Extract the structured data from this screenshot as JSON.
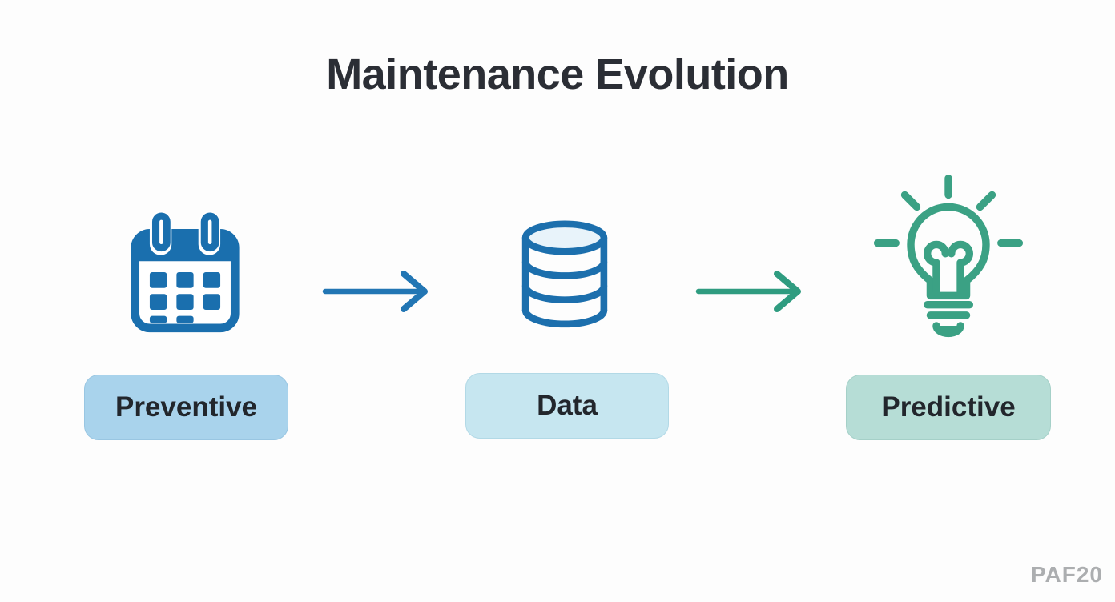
{
  "title": "Maintenance Evolution",
  "stages": [
    {
      "label": "Preventive",
      "icon": "calendar-icon",
      "icon_color": "#1a6fae",
      "label_bg": "#a9d3ec"
    },
    {
      "label": "Data",
      "icon": "database-icon",
      "icon_color": "#1c6fad",
      "icon_fill": "#e8f3fa",
      "label_bg": "#c6e6f0"
    },
    {
      "label": "Predictive",
      "icon": "lightbulb-icon",
      "icon_color": "#3ba184",
      "label_bg": "#b6ddd6"
    }
  ],
  "arrows": [
    {
      "from": "Preventive",
      "to": "Data",
      "color": "#2276b4"
    },
    {
      "from": "Data",
      "to": "Predictive",
      "color": "#2f9c80"
    }
  ],
  "watermark": "PAF20",
  "colors": {
    "background": "#fdfdfd",
    "title_text": "#2b2e35",
    "label_text": "#22262c",
    "watermark_text": "#acaeb0"
  }
}
